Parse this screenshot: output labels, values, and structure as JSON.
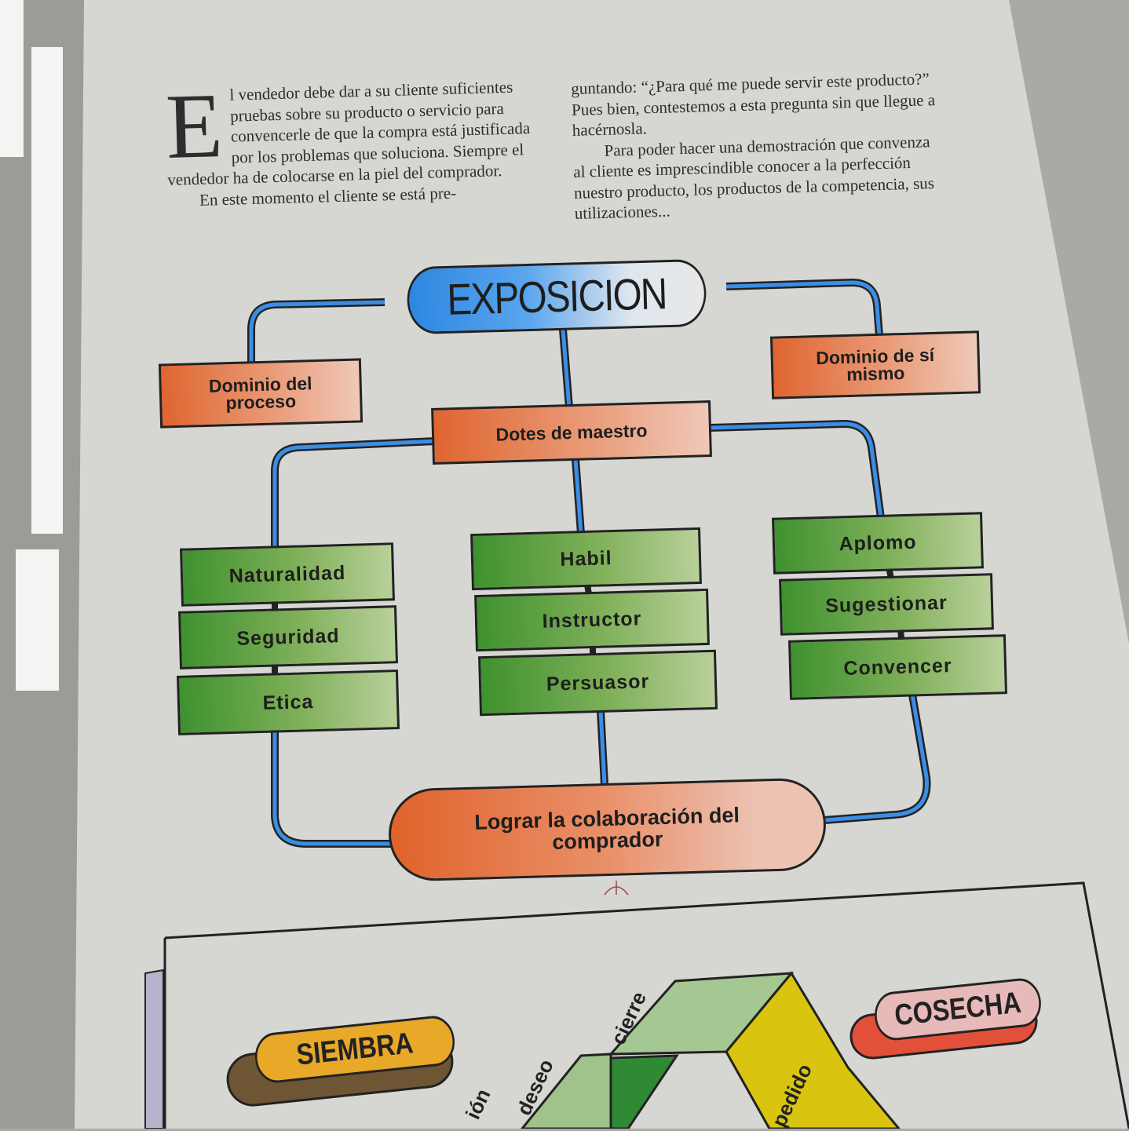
{
  "article": {
    "drop_cap": "E",
    "col1_para1": "l vendedor debe dar a su cliente suficientes pruebas sobre su producto o servicio para convencerle de que la compra está justificada por los problemas que soluciona. Siempre el vendedor ha de colocarse en la piel del comprador.",
    "col1_para2": "En este momento el cliente se está pre-",
    "col2_para1": "guntando: “¿Para qué me puede servir este producto?” Pues bien, contestemos a esta pregunta sin que llegue a hacérnosla.",
    "col2_para2": "Para poder hacer una demostración que convenza al cliente es imprescindible conocer a la perfección nuestro producto, los productos de la competencia, sus utilizaciones..."
  },
  "diagram": {
    "root": "EXPOSICION",
    "left_branch": "Dominio del proceso",
    "right_branch": "Dominio de sí mismo",
    "center_branch": "Dotes de maestro",
    "columns": [
      [
        "Naturalidad",
        "Seguridad",
        "Etica"
      ],
      [
        "Habil",
        "Instructor",
        "Persuasor"
      ],
      [
        "Aplomo",
        "Sugestionar",
        "Convencer"
      ]
    ],
    "goal": "Lograr la colaboración del comprador",
    "colors": {
      "connector": "#3a8ee6",
      "orange": "#df6530",
      "green": "#3f9130",
      "root_blue": "#2d86e0"
    }
  },
  "lower_figure": {
    "siembra": "SIEMBRA",
    "cosecha": "COSECHA",
    "labels": {
      "accion_partial": "ión",
      "deseo": "deseo",
      "cierre": "cierre",
      "pedido": "pedido"
    }
  }
}
